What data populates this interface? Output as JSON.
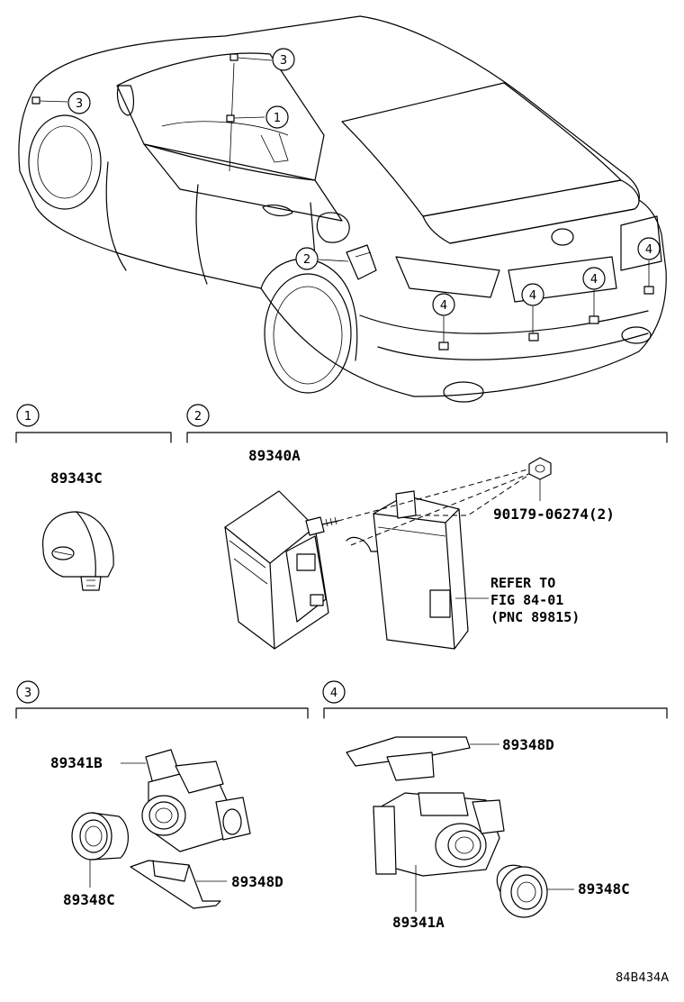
{
  "callouts": [
    "1",
    "2",
    "3",
    "4"
  ],
  "parts": {
    "p89343C": "89343C",
    "p89340A": "89340A",
    "p90179": "90179-06274(2)",
    "refer_line1": "REFER TO",
    "refer_line2": "FIG 84-01",
    "refer_line3": "(PNC 89815)",
    "p89341B": "89341B",
    "p89348C_left": "89348C",
    "p89348D_left": "89348D",
    "p89348D_right": "89348D",
    "p89341A": "89341A",
    "p89348C_right": "89348C"
  },
  "figure_id": "84B434A"
}
